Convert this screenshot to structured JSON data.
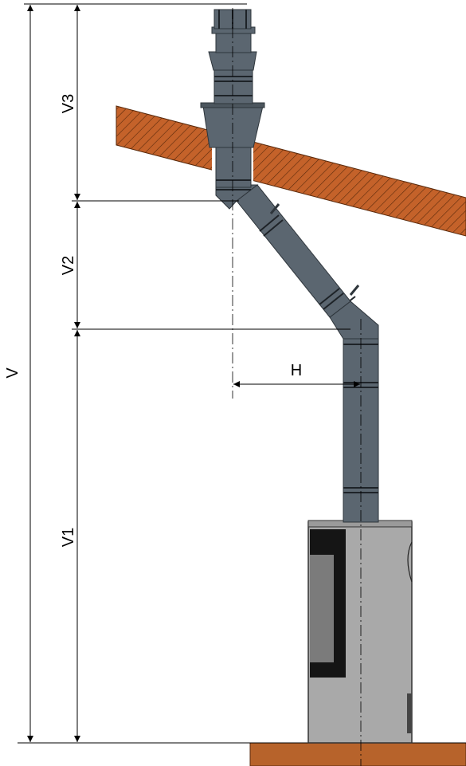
{
  "labels": {
    "v": "V",
    "v1": "V1",
    "v2": "V2",
    "v3": "V3",
    "h": "H"
  },
  "colors": {
    "pipe": "#5b6670",
    "pipe_dark": "#2e353b",
    "roof": "#c4622a",
    "hatch": "#5a2a0c",
    "floor": "#b7632b",
    "stove_body": "#a9a9a9",
    "stove_door": "#151515",
    "stove_glass": "#7b7b7b"
  }
}
